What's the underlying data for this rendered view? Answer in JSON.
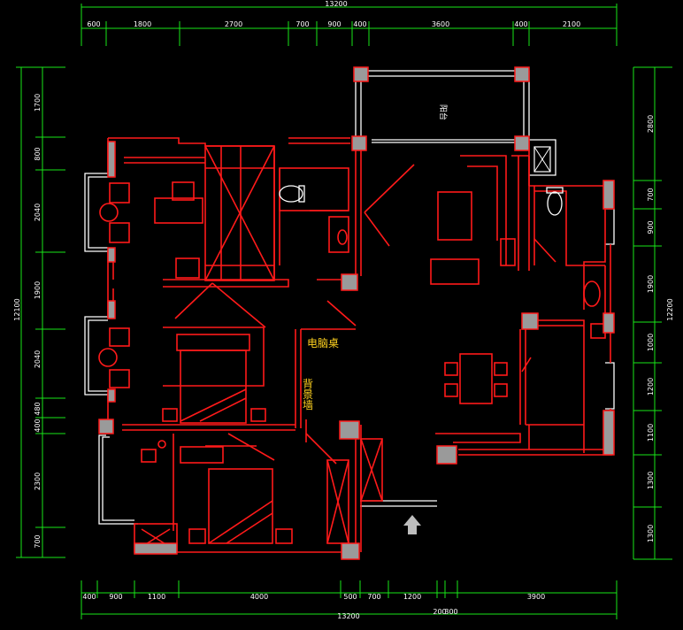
{
  "overall": {
    "top": "13200",
    "bottom": "13200",
    "left": "12100",
    "right": "12200"
  },
  "top_dims": [
    "600",
    "1800",
    "2700",
    "700",
    "900",
    "400",
    "3600",
    "400",
    "2100"
  ],
  "bottom_dims": [
    "400",
    "900",
    "1100",
    "4000",
    "500",
    "700",
    "1200",
    "200",
    "300",
    "3900"
  ],
  "left_dims": [
    "1700",
    "800",
    "2040",
    "1900",
    "2040",
    "480",
    "400",
    "2300",
    "700"
  ],
  "right_dims": [
    "2800",
    "700",
    "900",
    "1900",
    "1000",
    "1200",
    "1100",
    "1300",
    "1300"
  ],
  "labels": {
    "computer_desk": "电脑桌",
    "tv_wall": "背景墙",
    "balcony_sign": "阳台"
  },
  "colors": {
    "dimension": "#19e619",
    "wall": "#ffffff",
    "furniture": "#ff1a1a",
    "label": "#ffd21f",
    "column": "#9a9a9a"
  }
}
